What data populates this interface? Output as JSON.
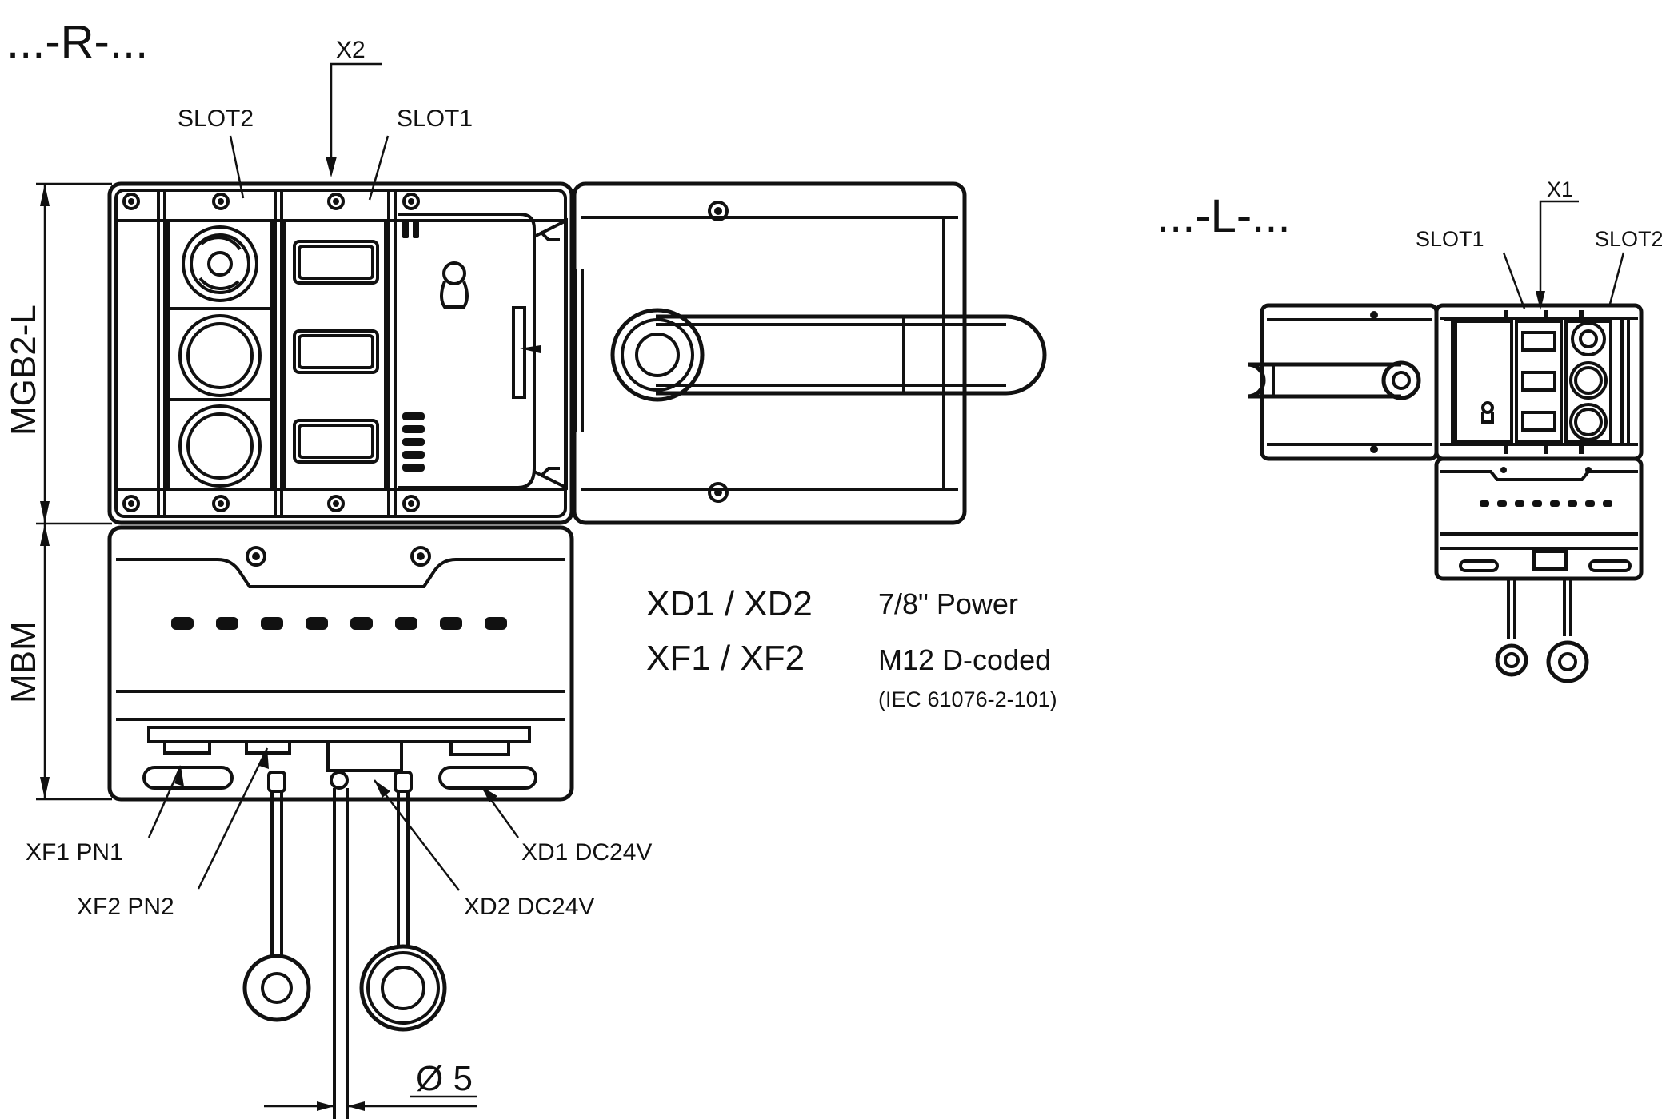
{
  "variant_r": {
    "title": "...-R-...",
    "x2": "X2",
    "slot2": "SLOT2",
    "slot1": "SLOT1",
    "dim_mgb2l": "MGB2-L",
    "dim_mbm": "MBM",
    "xf1": "XF1 PN1",
    "xf2": "XF2 PN2",
    "xd1": "XD1 DC24V",
    "xd2": "XD2 DC24V",
    "diameter": "Ø 5"
  },
  "legend": {
    "row1_code": "XD1 / XD2",
    "row1_desc": "7/8\" Power",
    "row2_code": "XF1 / XF2",
    "row2_desc": "M12 D-coded",
    "row2_note": "(IEC 61076-2-101)"
  },
  "variant_l": {
    "title": "...-L-...",
    "x1": "X1",
    "slot1": "SLOT1",
    "slot2": "SLOT2"
  }
}
